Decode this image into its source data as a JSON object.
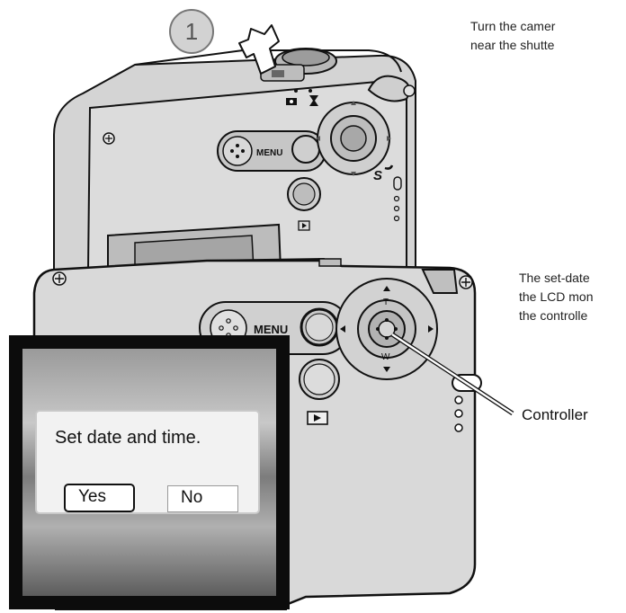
{
  "step": {
    "number": "1"
  },
  "instructions": {
    "step1_line1": "Turn the camer",
    "step1_line2": "near the shutte",
    "step2_line1": "The set-date",
    "step2_line2": "the LCD mon",
    "step2_line3": "the controlle"
  },
  "callout": {
    "controller": "Controller"
  },
  "camera_top": {
    "button_menu": "MENU"
  },
  "camera_front": {
    "button_menu": "MENU",
    "zoom_tele": "T",
    "zoom_wide": "W"
  },
  "lcd": {
    "message": "Set date and time.",
    "yes_label": "Yes",
    "no_label": "No"
  },
  "icons": [
    "press-finger-icon",
    "camera-mode-icon",
    "movie-mode-icon",
    "playback-icon",
    "sd-card-logo",
    "screw-icon"
  ]
}
